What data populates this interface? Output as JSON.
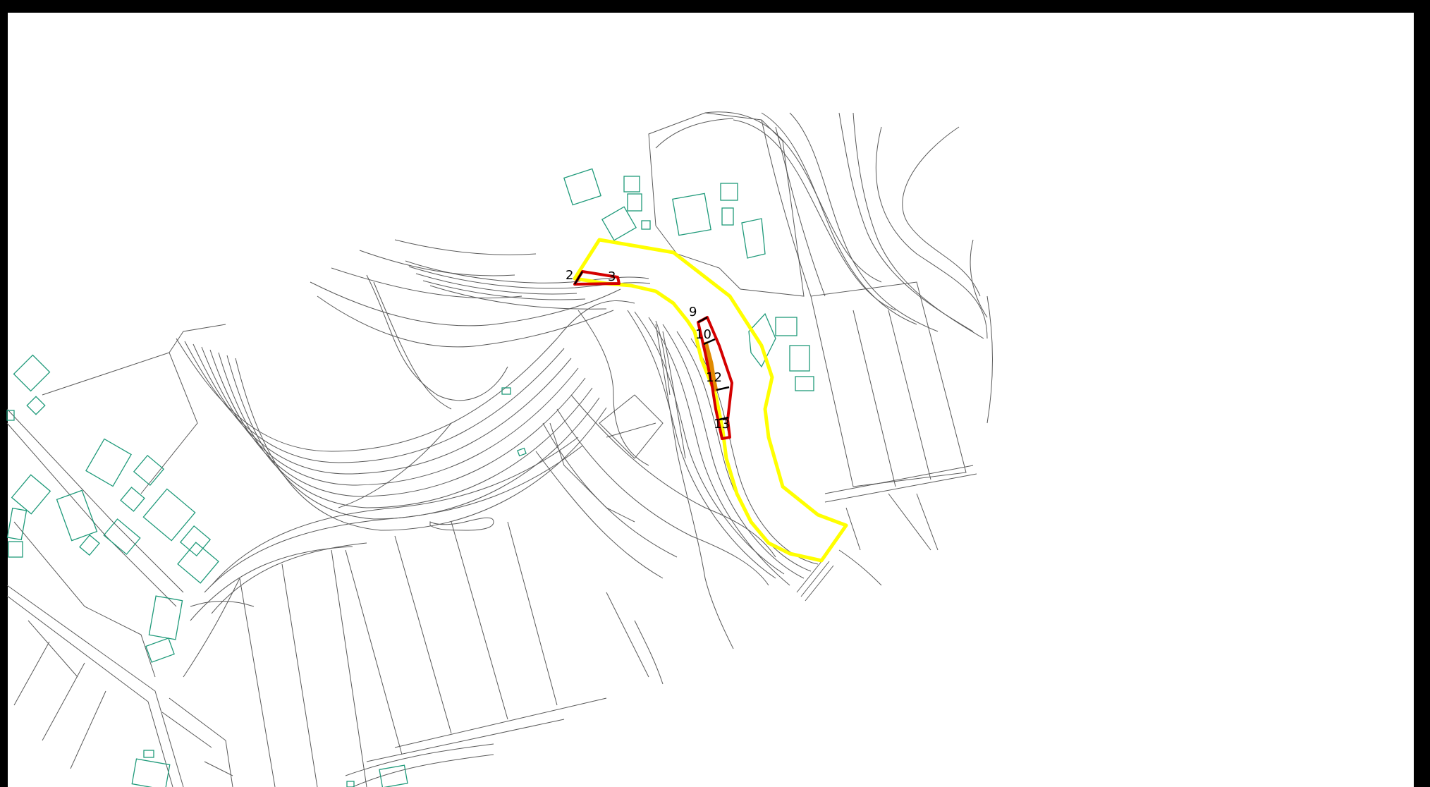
{
  "map": {
    "colors": {
      "background": "#ffffff",
      "frame": "#000000",
      "contour": "#5a5a5a",
      "building": "#1f9a7a",
      "boundary": "#ffff00",
      "parcel_outline": "#d40000",
      "segment": "#e08a00"
    },
    "labels": {
      "l2": "2",
      "l3": "3",
      "l9": "9",
      "l10": "10",
      "l12": "12",
      "l13": "13"
    }
  }
}
